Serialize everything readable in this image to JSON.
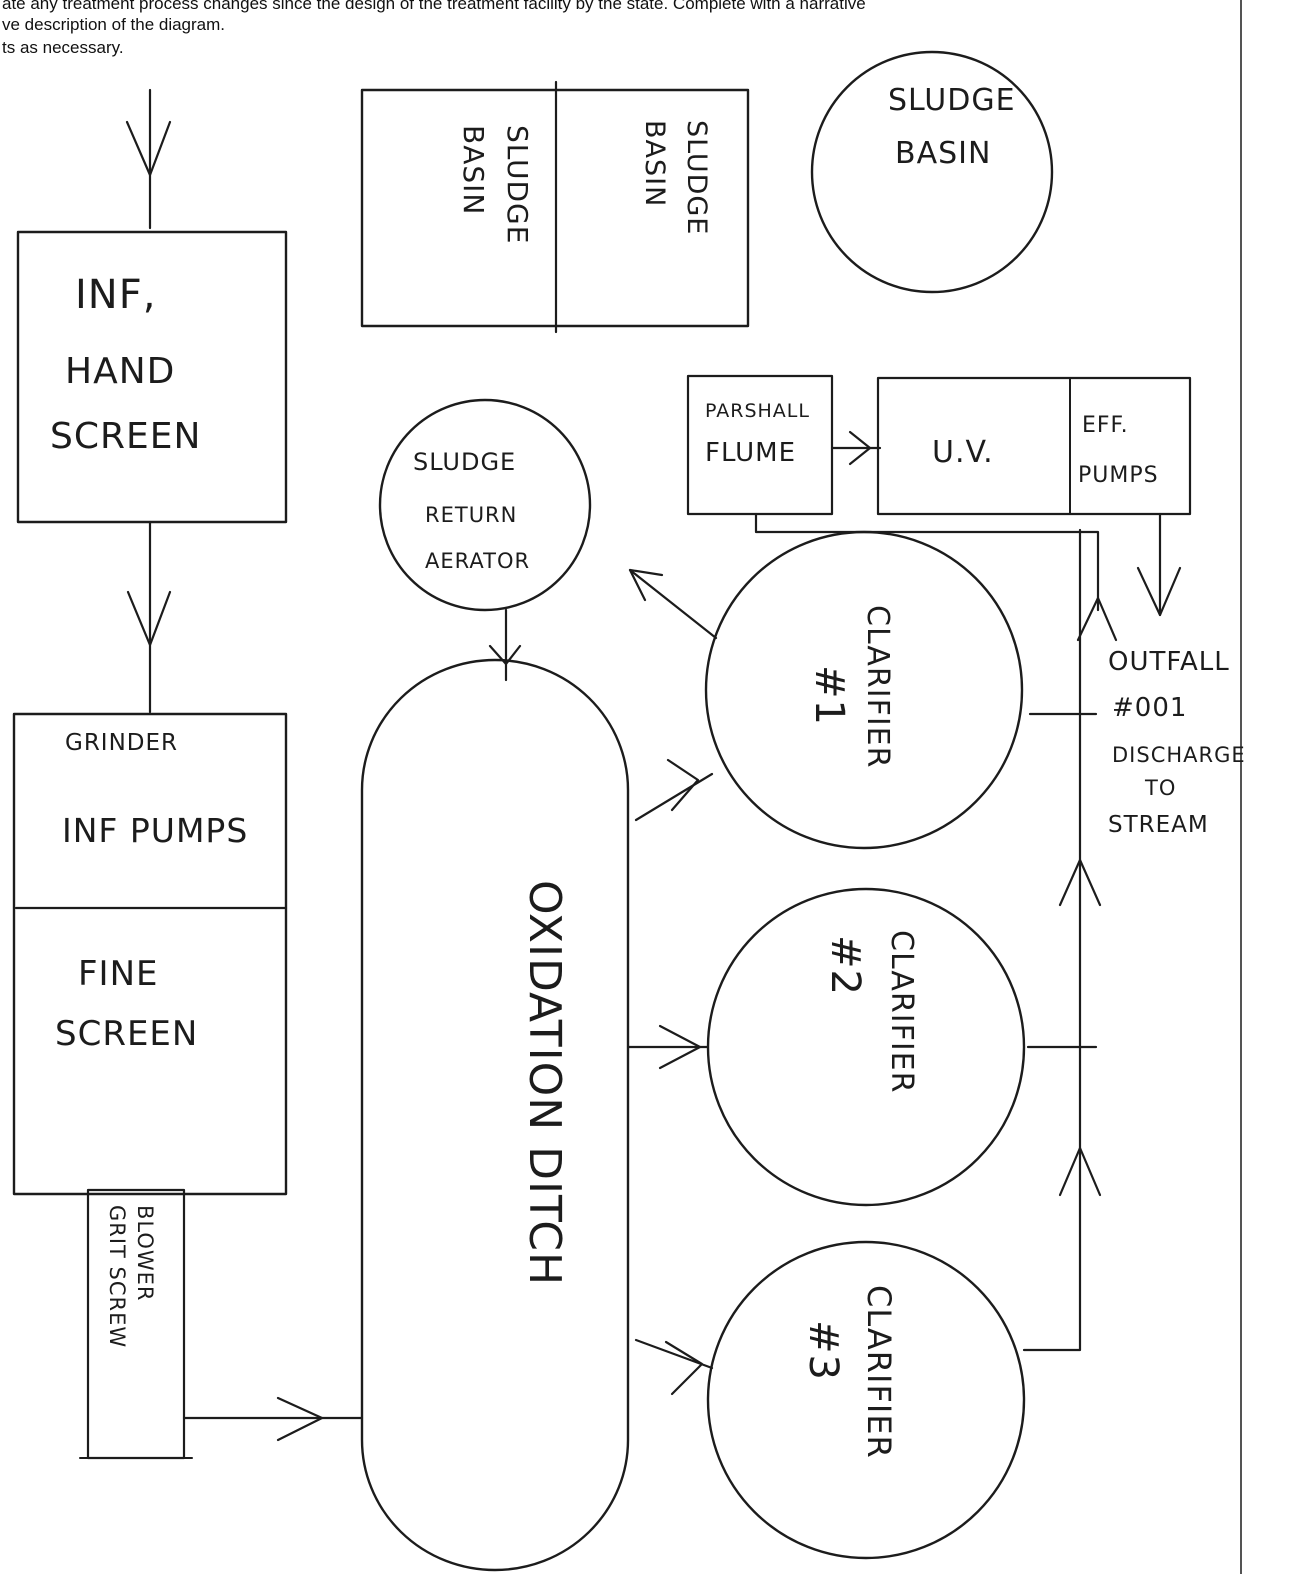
{
  "header": {
    "line1": "ate any treatment process changes since the design of the treatment facility by the state. Complete with a narrative",
    "line2": "ve description of the diagram.",
    "line3": "ts as necessary."
  },
  "labels": {
    "inf_hand_screen": [
      "INF,",
      "HAND",
      "SCREEN"
    ],
    "sludge_basin_left": [
      "SLUDGE",
      "BASIN"
    ],
    "sludge_basin_mid": [
      "SLUDGE",
      "BASIN"
    ],
    "sludge_basin_round": [
      "SLUDGE",
      "BASIN"
    ],
    "parshall_flume": [
      "PARSHALL",
      "FLUME"
    ],
    "uv": "U.V.",
    "eff_pumps": [
      "EFF.",
      "PUMPS"
    ],
    "sludge_return_aerator": [
      "SLUDGE",
      "RETURN",
      "AERATOR"
    ],
    "grinder": "GRINDER",
    "inf_pumps": "INF PUMPS",
    "fine_screen": [
      "FINE",
      "SCREEN"
    ],
    "blower": [
      "BLOWER",
      "GRIT SCREW"
    ],
    "oxidation_ditch": "OXIDATION DITCH",
    "clarifier_1": [
      "CLARIFIER",
      "#1"
    ],
    "clarifier_2": [
      "CLARIFIER",
      "#2"
    ],
    "clarifier_3": [
      "CLARIFIER",
      "#3"
    ],
    "outfall": [
      "OUTFALL",
      "#001",
      "DISCHARGE",
      "TO",
      "STREAM"
    ]
  }
}
